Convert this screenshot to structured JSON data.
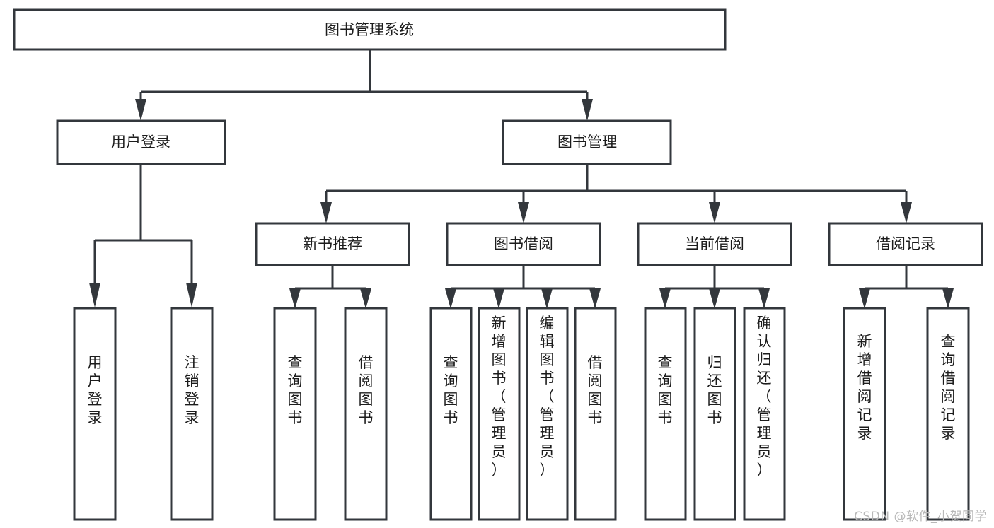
{
  "diagram": {
    "type": "tree-hierarchy",
    "title": "图书管理系统",
    "watermark": "CSDN @软件_小贺同学",
    "colors": {
      "stroke": "#33373c",
      "fill": "#ffffff",
      "text": "#1c1c1c",
      "watermark": "#b8b8b8"
    },
    "levels": {
      "level1": [
        {
          "id": "root",
          "label": "图书管理系统",
          "orientation": "horizontal"
        }
      ],
      "level2": [
        {
          "id": "user-login",
          "label": "用户登录",
          "orientation": "horizontal",
          "parent": "root"
        },
        {
          "id": "book-manage",
          "label": "图书管理",
          "orientation": "horizontal",
          "parent": "root"
        }
      ],
      "level3": [
        {
          "id": "new-book-rec",
          "label": "新书推荐",
          "orientation": "horizontal",
          "parent": "book-manage"
        },
        {
          "id": "book-borrow",
          "label": "图书借阅",
          "orientation": "horizontal",
          "parent": "book-manage"
        },
        {
          "id": "current-borrow",
          "label": "当前借阅",
          "orientation": "horizontal",
          "parent": "book-manage"
        },
        {
          "id": "borrow-record",
          "label": "借阅记录",
          "orientation": "horizontal",
          "parent": "book-manage"
        }
      ],
      "leaves": [
        {
          "id": "leaf-user-login",
          "label": "用户登录",
          "orientation": "vertical",
          "parent": "user-login"
        },
        {
          "id": "leaf-logout",
          "label": "注销登录",
          "orientation": "vertical",
          "parent": "user-login"
        },
        {
          "id": "leaf-query-book-1",
          "label": "查询图书",
          "orientation": "vertical",
          "parent": "new-book-rec"
        },
        {
          "id": "leaf-borrow-book-1",
          "label": "借阅图书",
          "orientation": "vertical",
          "parent": "new-book-rec"
        },
        {
          "id": "leaf-query-book-2",
          "label": "查询图书",
          "orientation": "vertical",
          "parent": "book-borrow"
        },
        {
          "id": "leaf-add-book",
          "label": "新增图书（管理员）",
          "orientation": "vertical",
          "parent": "book-borrow"
        },
        {
          "id": "leaf-edit-book",
          "label": "编辑图书（管理员）",
          "orientation": "vertical",
          "parent": "book-borrow"
        },
        {
          "id": "leaf-borrow-book-2",
          "label": "借阅图书",
          "orientation": "vertical",
          "parent": "book-borrow"
        },
        {
          "id": "leaf-query-book-3",
          "label": "查询图书",
          "orientation": "vertical",
          "parent": "current-borrow"
        },
        {
          "id": "leaf-return-book",
          "label": "归还图书",
          "orientation": "vertical",
          "parent": "current-borrow"
        },
        {
          "id": "leaf-confirm-return",
          "label": "确认归还（管理员）",
          "orientation": "vertical",
          "parent": "current-borrow"
        },
        {
          "id": "leaf-add-record",
          "label": "新增借阅记录",
          "orientation": "vertical",
          "parent": "borrow-record"
        },
        {
          "id": "leaf-query-record",
          "label": "查询借阅记录",
          "orientation": "vertical",
          "parent": "borrow-record"
        }
      ]
    }
  }
}
